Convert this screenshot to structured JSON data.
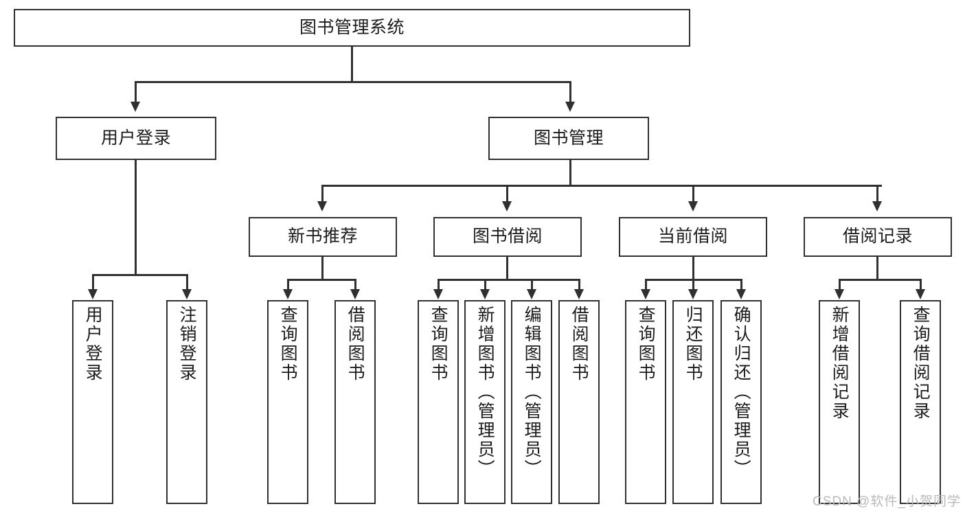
{
  "diagram": {
    "type": "tree",
    "title": "图书管理系统",
    "root": {
      "label": "图书管理系统"
    },
    "level2": [
      {
        "label": "用户登录"
      },
      {
        "label": "图书管理"
      }
    ],
    "level3": [
      {
        "label": "新书推荐"
      },
      {
        "label": "图书借阅"
      },
      {
        "label": "当前借阅"
      },
      {
        "label": "借阅记录"
      }
    ],
    "leaves": {
      "user_login": [
        {
          "label": "用户登录"
        },
        {
          "label": "注销登录"
        }
      ],
      "new_book_recommend": [
        {
          "label": "查询图书"
        },
        {
          "label": "借阅图书"
        }
      ],
      "book_borrow": [
        {
          "label": "查询图书"
        },
        {
          "label": "新增图书（管理员）"
        },
        {
          "label": "编辑图书（管理员）"
        },
        {
          "label": "借阅图书"
        }
      ],
      "current_borrow": [
        {
          "label": "查询图书"
        },
        {
          "label": "归还图书"
        },
        {
          "label": "确认归还（管理员）"
        }
      ],
      "borrow_record": [
        {
          "label": "新增借阅记录"
        },
        {
          "label": "查询借阅记录"
        }
      ]
    }
  },
  "watermark": {
    "text": "CSDN @软件_小贺同学"
  },
  "colors": {
    "stroke": "#30302f",
    "fill": "#ffffff",
    "text": "#1b1b1b",
    "watermark": "#b9b9b9"
  }
}
